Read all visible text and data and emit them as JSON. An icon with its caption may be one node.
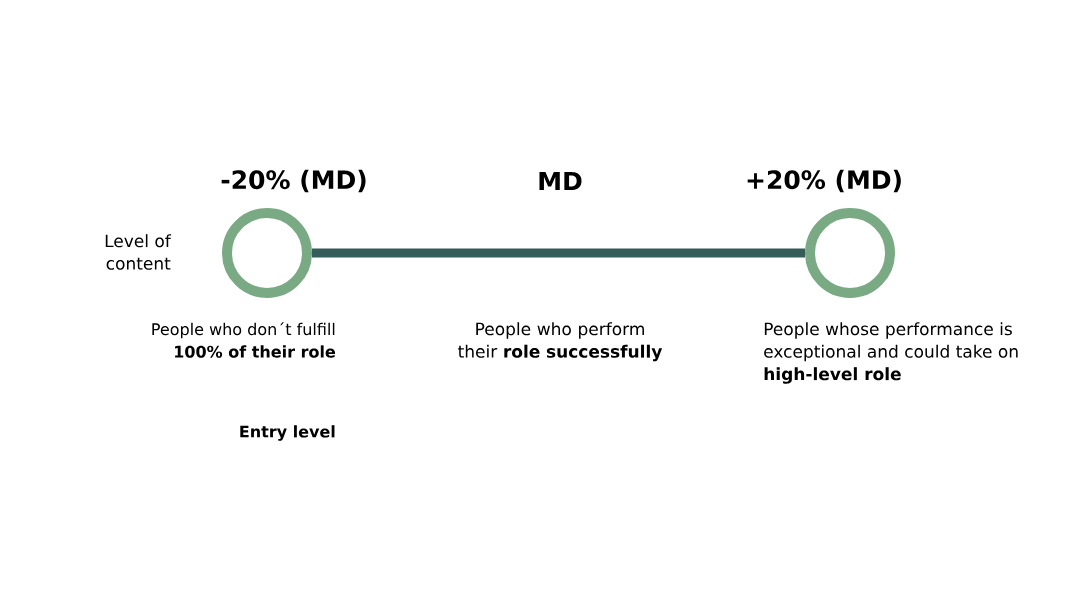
{
  "diagram": {
    "nodes": [
      {
        "text": [
          "-20% (MD)"
        ],
        "beside": [
          "People who don´t fulfill **100% of their role**"
        ]
      },
      {
        "text": [
          "+20% (MD)"
        ]
      }
    ],
    "edges": [
      {
        "from": 0,
        "to": 1,
        "arrow": "none"
      }
    ],
    "labels": [
      "MD",
      "Level of content",
      "People who perform their **role successfully**",
      "People whose performance is exceptional and could take on **high-level role**",
      "Entry level"
    ]
  }
}
